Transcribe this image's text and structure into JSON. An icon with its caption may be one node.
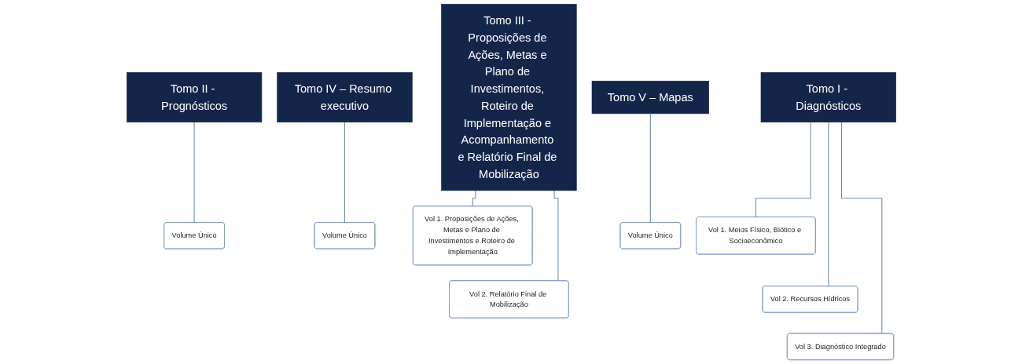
{
  "diagram": {
    "nodes": [
      {
        "text": [
          "Tomo I - Diagnósticos"
        ]
      },
      {
        "text": [
          "Vol 1. Meios Físico, Biótico e Socioeconômico"
        ]
      },
      {
        "text": [
          "Vol 2. Recursos Hídricos"
        ]
      },
      {
        "text": [
          "Vol 3. Diagnóstico Integrado"
        ]
      },
      {
        "text": [
          "Tomo II - Prognósticos"
        ]
      },
      {
        "text": [
          "Volume Único"
        ]
      },
      {
        "text": [
          "Tomo III - Proposições de Ações, Metas e Plano de Investimentos, Roteiro de Implementação e Acompanhamento e Relatório Final de Mobilização"
        ]
      },
      {
        "text": [
          "Vol 1. Proposições de Ações, Metas e Plano de Investimentos e Roteiro de Implementação"
        ]
      },
      {
        "text": [
          "Vol 2. Relatório Final de Mobilização"
        ]
      },
      {
        "text": [
          "Tomo IV – Resumo executivo"
        ]
      },
      {
        "text": [
          "Volume Único"
        ]
      },
      {
        "text": [
          "Tomo V – Mapas"
        ]
      },
      {
        "text": [
          "Volume Único"
        ]
      }
    ],
    "edges": [
      {
        "from": 0,
        "to": 1,
        "arrow": "none"
      },
      {
        "from": 0,
        "to": 2,
        "arrow": "none"
      },
      {
        "from": 0,
        "to": 3,
        "arrow": "none"
      },
      {
        "from": 4,
        "to": 5,
        "arrow": "none"
      },
      {
        "from": 6,
        "to": 7,
        "arrow": "none"
      },
      {
        "from": 6,
        "to": 8,
        "arrow": "none"
      },
      {
        "from": 9,
        "to": 10,
        "arrow": "none"
      },
      {
        "from": 11,
        "to": 12,
        "arrow": "none"
      }
    ]
  }
}
